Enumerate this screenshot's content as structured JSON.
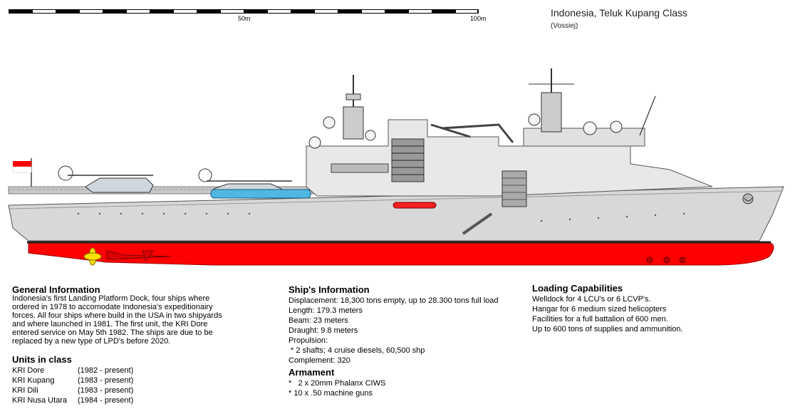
{
  "header": {
    "title": "Indonesia, Teluk Kupang Class",
    "author": "(Vossiej)"
  },
  "scale": {
    "mid_label": "50m",
    "end_label": "100m"
  },
  "colors": {
    "hull_grey": "#d8d8d8",
    "hull_red": "#ff0000",
    "helicopter_blue": "#4fb8e0",
    "prop_yellow": "#ffe000"
  },
  "general": {
    "heading": "General Information",
    "lines": [
      "Indonesia's first Landing Platform Dock, four ships where",
      "ordered in 1978 to accomodate Indonesia's expeditionairy",
      "forces. All four ships where build in the USA in two shipyards",
      "and where launched in 1981. The first unit, the KRI Dore",
      "entered service on May 5th 1982. The ships are due to be",
      "replaced by a new type of LPD's before 2020."
    ]
  },
  "units": {
    "heading": "Units in class",
    "items": [
      {
        "name": "KRI Dore",
        "years": "(1982 - present)"
      },
      {
        "name": "KRI Kupang",
        "years": "(1983 - present)"
      },
      {
        "name": "KRI Dili",
        "years": "(1983 - present)"
      },
      {
        "name": "KRI Nusa Utara",
        "years": "(1984 - present)"
      }
    ]
  },
  "ship_info": {
    "heading": "Ship's Information",
    "lines": [
      "Displacement: 18,300 tons empty, up to 28.300 tons full load",
      "Length: 179.3 meters",
      "Beam: 23 meters",
      "Draught: 9.8 meters",
      "Propulsion:",
      " * 2 shafts; 4 cruise diesels, 60,500 shp",
      "Complement: 320"
    ]
  },
  "armament": {
    "heading": "Armament",
    "lines": [
      "*   2 x 20mm Phalanx CIWS",
      "* 10 x .50 machine guns"
    ]
  },
  "loading": {
    "heading": "Loading Capabilities",
    "lines": [
      "Welldock for 4 LCU's or 6 LCVP's.",
      "Hangar for 6 medium sized helicopters",
      "Facilities for a full battalion of 600 men.",
      "Up to 600 tons of supplies and ammunition."
    ]
  }
}
